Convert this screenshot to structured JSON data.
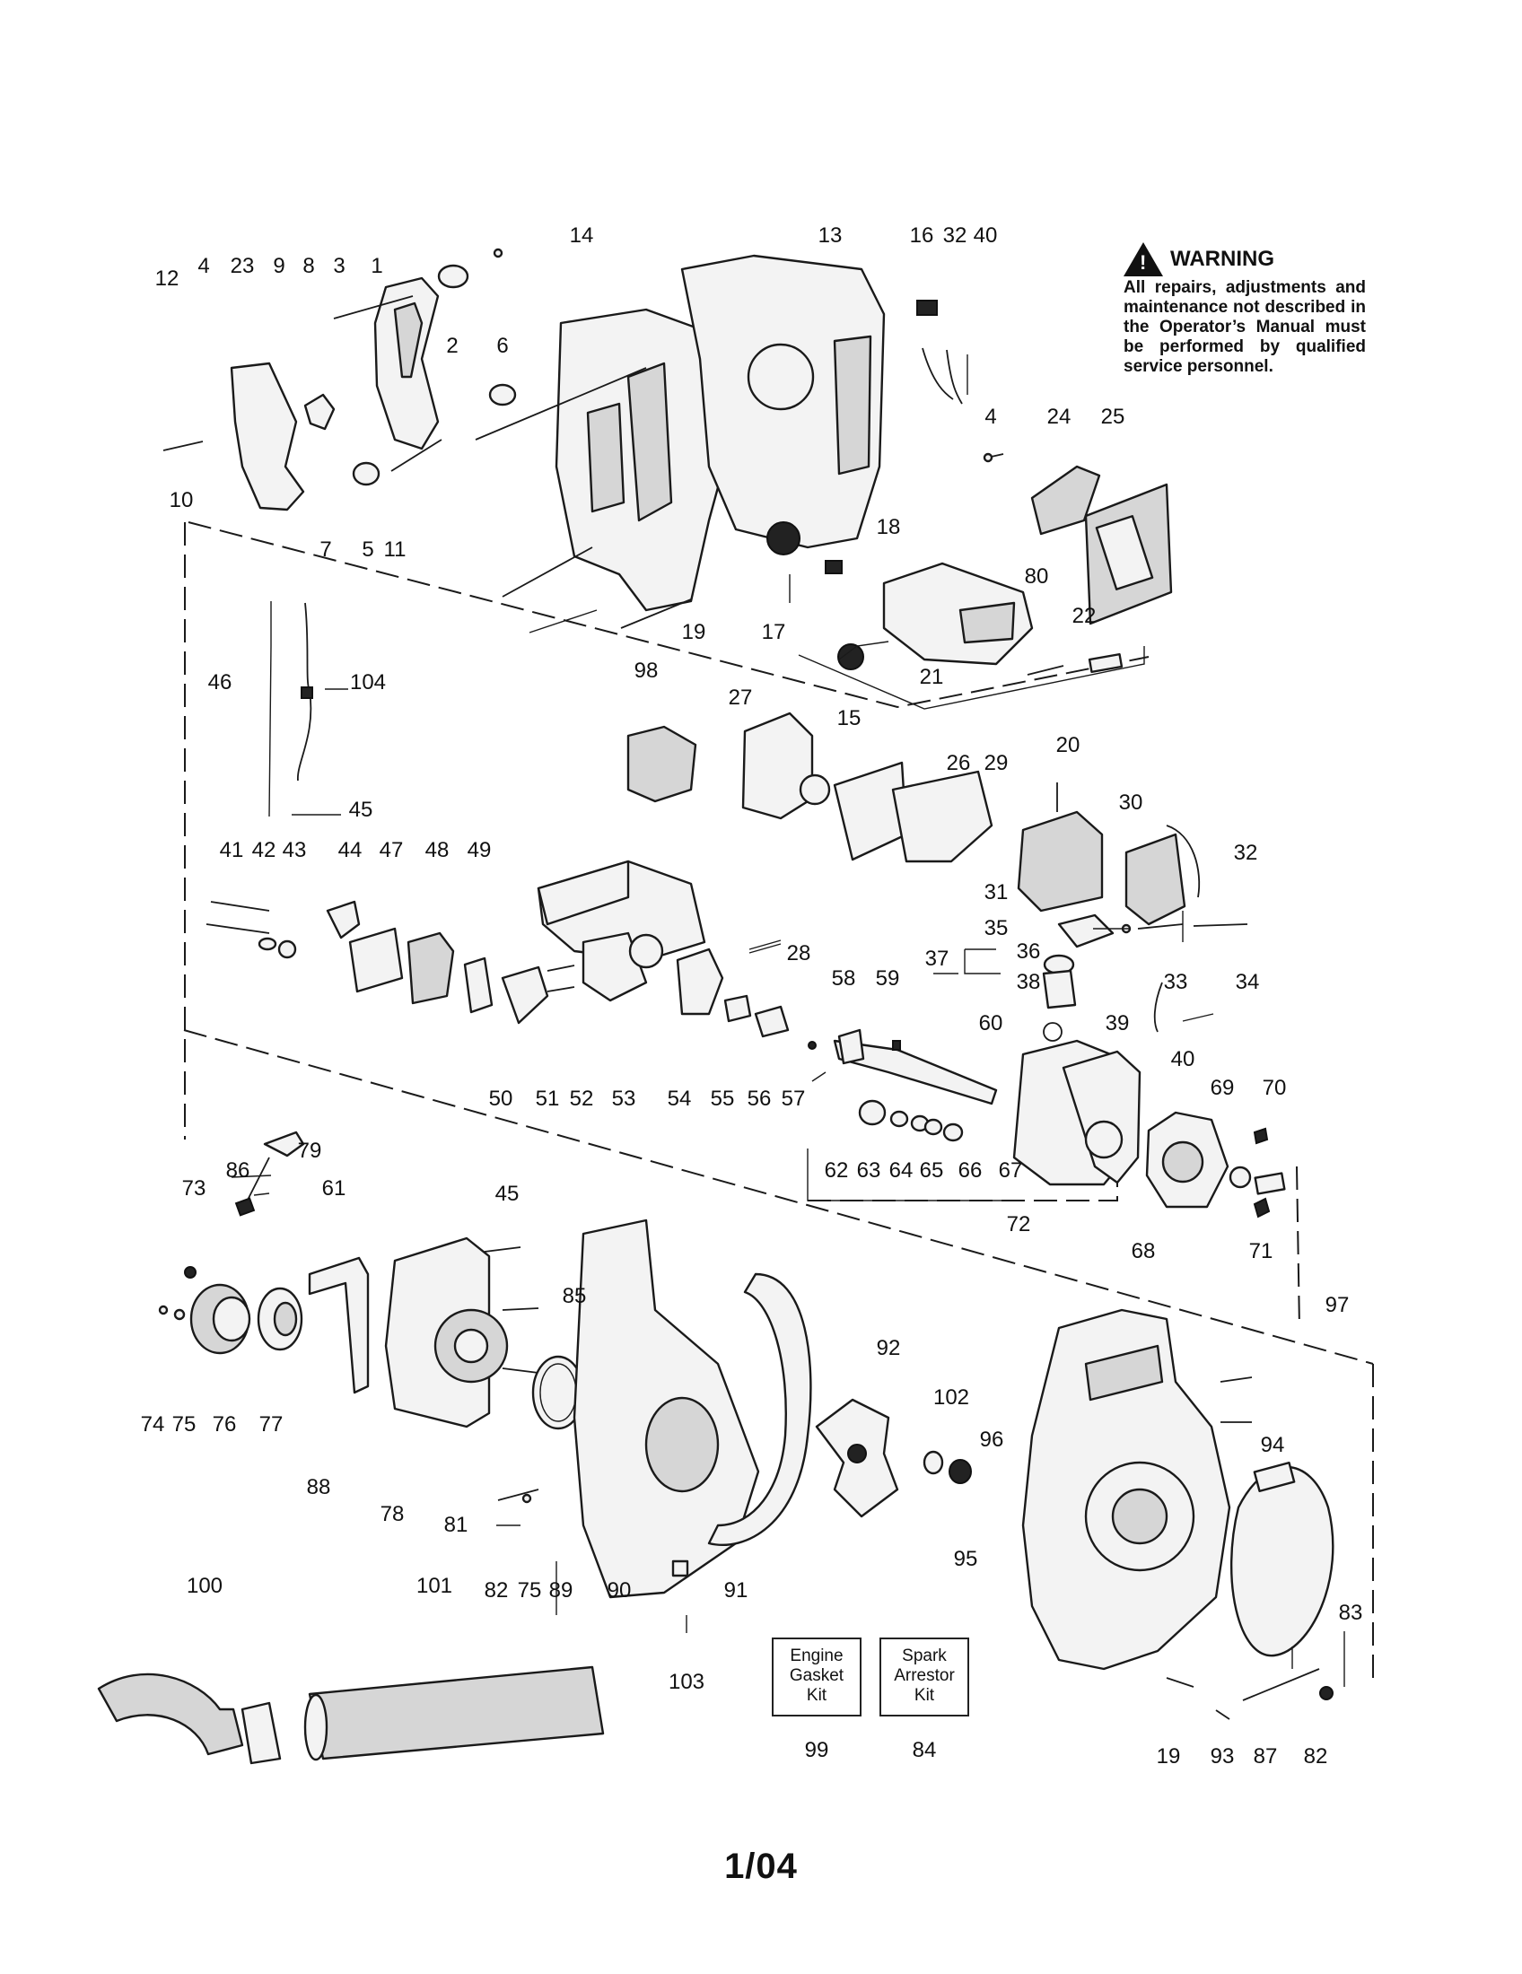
{
  "warning": {
    "icon": "warning-triangle-icon",
    "title": "WARNING",
    "text": "All repairs, adjustments and maintenance not described in the Operator’s Manual must be performed by qualified service personnel."
  },
  "kits": [
    {
      "lines": [
        "Engine",
        "Gasket",
        "Kit"
      ],
      "number": "99"
    },
    {
      "lines": [
        "Spark",
        "Arrestor",
        "Kit"
      ],
      "number": "84"
    }
  ],
  "footer": "1/04",
  "part_labels": [
    "12",
    "4",
    "23",
    "9",
    "8",
    "3",
    "1",
    "2",
    "6",
    "10",
    "7",
    "5",
    "11",
    "14",
    "13",
    "16",
    "32",
    "40",
    "4",
    "24",
    "25",
    "18",
    "17",
    "19",
    "80",
    "22",
    "21",
    "20",
    "46",
    "104",
    "45",
    "98",
    "27",
    "15",
    "26",
    "29",
    "30",
    "32",
    "31",
    "35",
    "36",
    "37",
    "38",
    "33",
    "34",
    "41",
    "42",
    "43",
    "44",
    "47",
    "48",
    "49",
    "28",
    "58",
    "59",
    "60",
    "39",
    "40",
    "50",
    "51",
    "52",
    "53",
    "54",
    "55",
    "56",
    "57",
    "62",
    "63",
    "64",
    "65",
    "66",
    "67",
    "72",
    "68",
    "69",
    "70",
    "71",
    "79",
    "86",
    "61",
    "73",
    "45",
    "85",
    "92",
    "102",
    "96",
    "97",
    "94",
    "74",
    "75",
    "76",
    "77",
    "88",
    "78",
    "81",
    "82",
    "75",
    "89",
    "90",
    "91",
    "95",
    "83",
    "100",
    "101",
    "103",
    "19",
    "93",
    "87",
    "82"
  ]
}
